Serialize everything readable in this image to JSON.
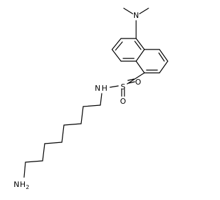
{
  "molecule": {
    "atoms": {
      "n_dimethyl": "N",
      "sulfur": "S",
      "oxygen_top": "O",
      "oxygen_bottom": "O",
      "nh_n": "N",
      "nh_h": "H",
      "amine_n": "N",
      "amine_h": "H",
      "amine_sub": "2"
    }
  }
}
